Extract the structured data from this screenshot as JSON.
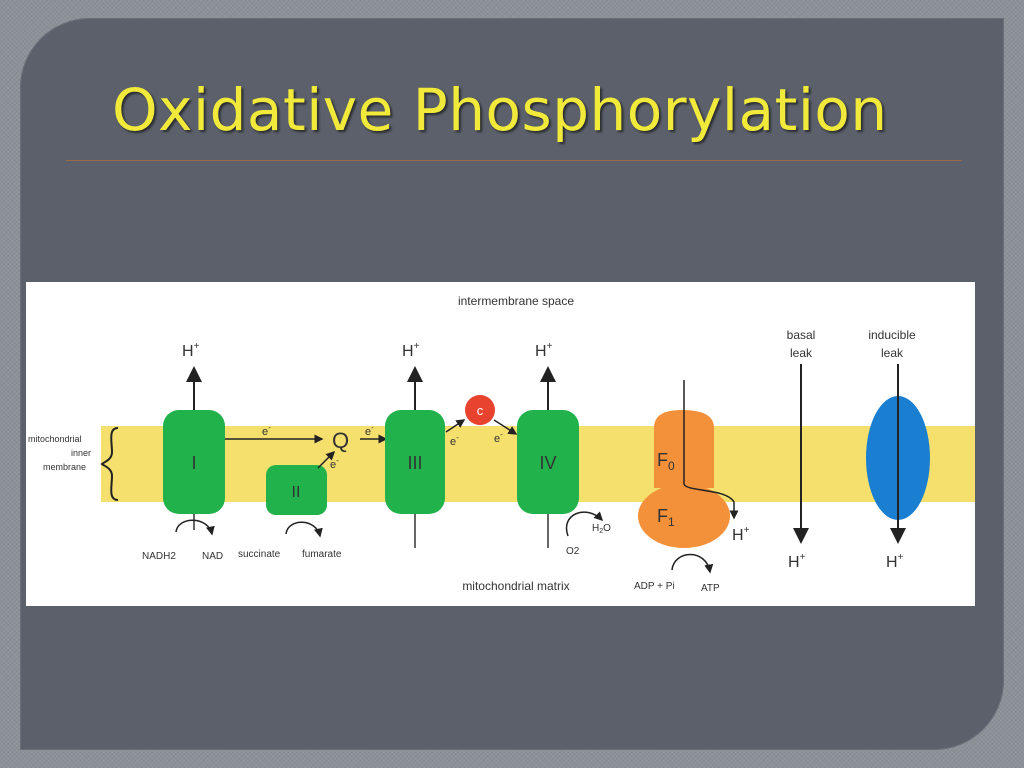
{
  "slide": {
    "title": "Oxidative Phosphorylation"
  },
  "diagram": {
    "regions": {
      "top": "intermembrane space",
      "bottom": "mitochondrial matrix",
      "membrane": [
        "mitochondrial",
        "inner",
        "membrane"
      ]
    },
    "complexes": {
      "I": "I",
      "II": "II",
      "III": "III",
      "IV": "IV",
      "cytc": "c",
      "Q": "Q",
      "F0": "F",
      "F0_sub": "0",
      "F1": "F",
      "F1_sub": "1"
    },
    "proton": "H",
    "electron": "e",
    "sup_plus": "+",
    "sup_minus": "-",
    "substrates": {
      "nadh": "NADH2",
      "nad": "NAD",
      "succinate": "succinate",
      "fumarate": "fumarate",
      "o2": "O2",
      "h2o": "H",
      "h2o_sub": "2",
      "h2o_end": "O",
      "adp": "ADP + Pi",
      "atp": "ATP"
    },
    "leaks": {
      "basal": [
        "basal",
        "leak"
      ],
      "inducible": [
        "inducible",
        "leak"
      ]
    },
    "colors": {
      "membrane": "#f5e06e",
      "complex": "#22b24c",
      "cytc": "#e8432e",
      "atp_synthase": "#f3913a",
      "ucp": "#1a7fd1",
      "title": "#f2ea3b"
    }
  }
}
